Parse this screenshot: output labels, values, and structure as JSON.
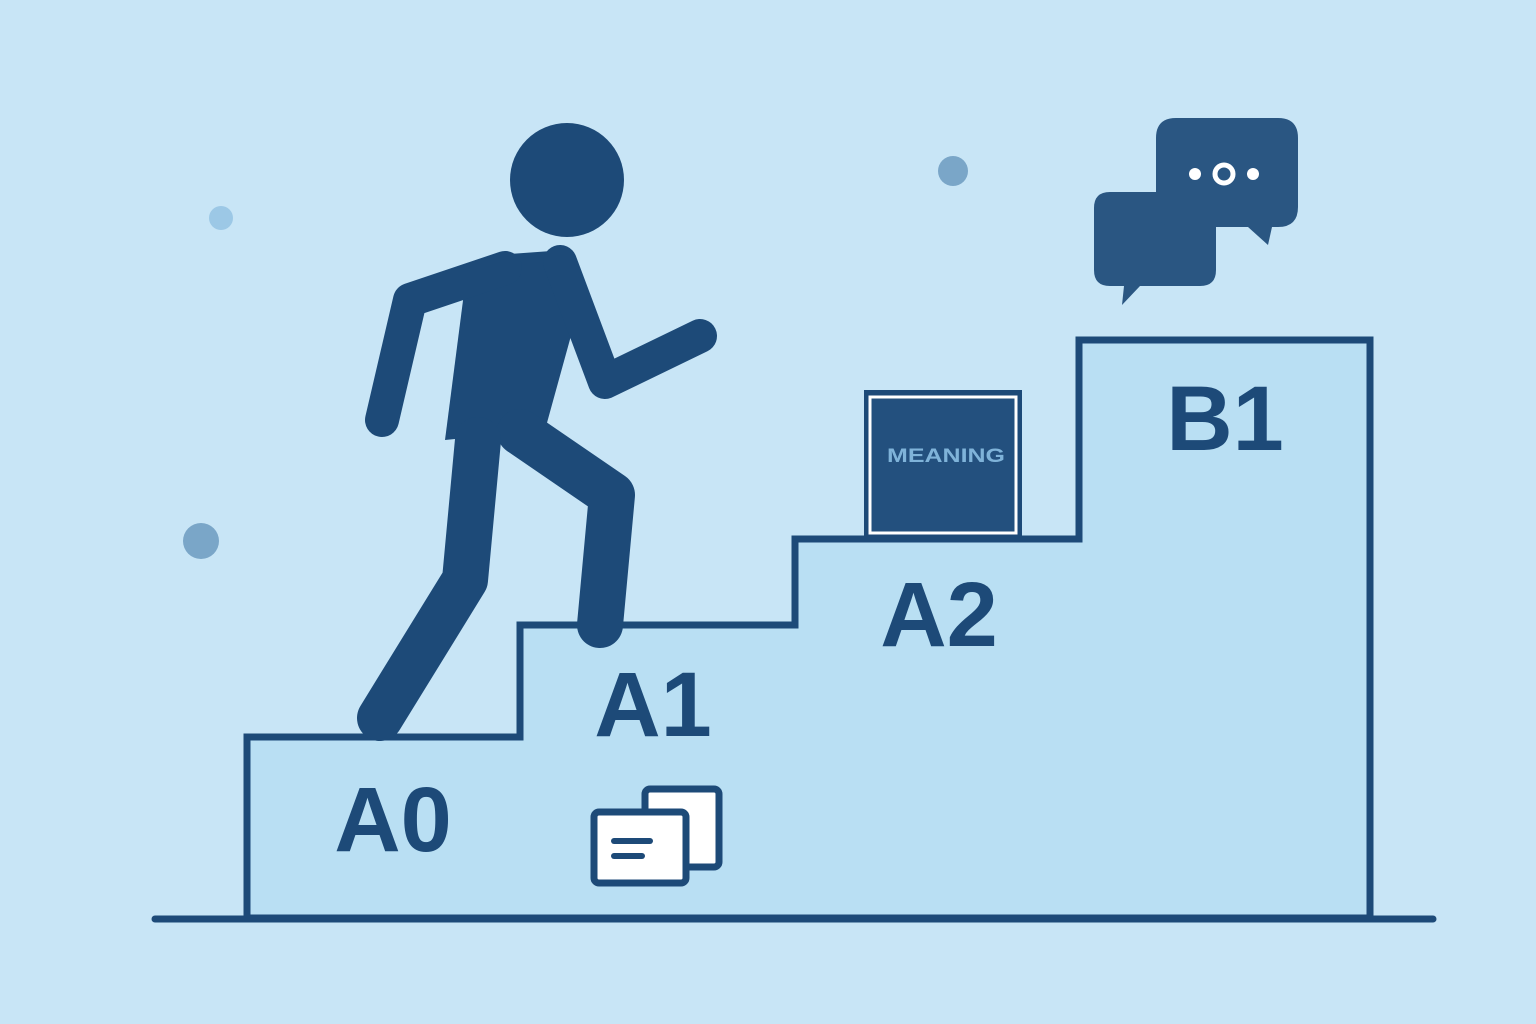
{
  "colors": {
    "background": "#c8e5f6",
    "stair_fill": "#b9dff3",
    "primary": "#1d4a78",
    "dot": "#7aa6c8",
    "white": "#ffffff",
    "dark_box": "#23507e",
    "box_text": "#7fb3d9"
  },
  "levels": [
    {
      "label": "A0"
    },
    {
      "label": "A1"
    },
    {
      "label": "A2"
    },
    {
      "label": "B1"
    }
  ],
  "book_label": "MEANING",
  "icons": [
    "person-climbing-icon",
    "flashcards-icon",
    "book-icon",
    "chat-bubbles-icon"
  ]
}
